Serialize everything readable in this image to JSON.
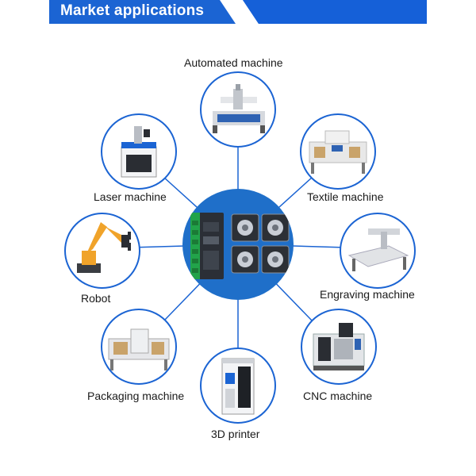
{
  "header": {
    "title": "Market applications"
  },
  "colors": {
    "accent": "#1b64d3",
    "hub": "#1f6fc9",
    "connector": "#1b64d3"
  },
  "applications": [
    {
      "label": "Automated machine",
      "icon": "cnc-router-icon"
    },
    {
      "label": "Textile machine",
      "icon": "textile-machine-icon"
    },
    {
      "label": "Engraving machine",
      "icon": "engraving-machine-icon"
    },
    {
      "label": "CNC machine",
      "icon": "cnc-machine-icon"
    },
    {
      "label": "3D printer",
      "icon": "3d-printer-icon"
    },
    {
      "label": "Packaging machine",
      "icon": "packaging-machine-icon"
    },
    {
      "label": "Robot",
      "icon": "robot-arm-icon"
    },
    {
      "label": "Laser machine",
      "icon": "laser-machine-icon"
    }
  ],
  "hub": {
    "icon": "stepper-driver-and-motors-icon"
  }
}
